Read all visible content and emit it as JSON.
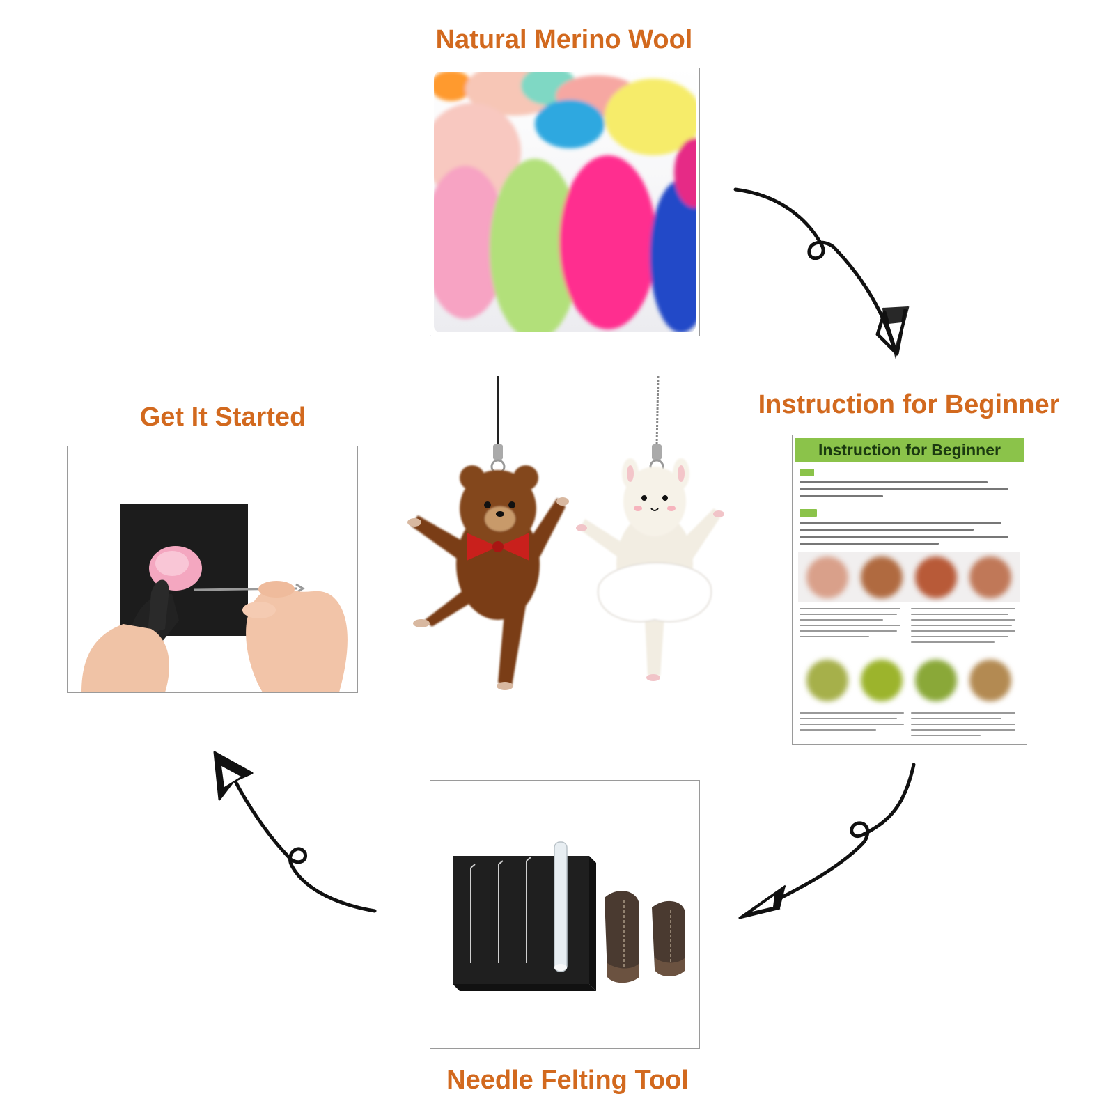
{
  "steps": {
    "wool": {
      "title": "Natural Merino Wool"
    },
    "instruction": {
      "title": "Instruction for Beginner",
      "sheet_title": "Instruction for Beginner"
    },
    "tool": {
      "title": "Needle Felting Tool"
    },
    "start": {
      "title": "Get It Started"
    }
  },
  "colors": {
    "label": "#d2691e",
    "arrow": "#111111",
    "sheet_accent": "#8bc34a"
  },
  "icons": [
    "curved-arrow-icon",
    "curved-arrow-icon",
    "curved-arrow-icon"
  ]
}
